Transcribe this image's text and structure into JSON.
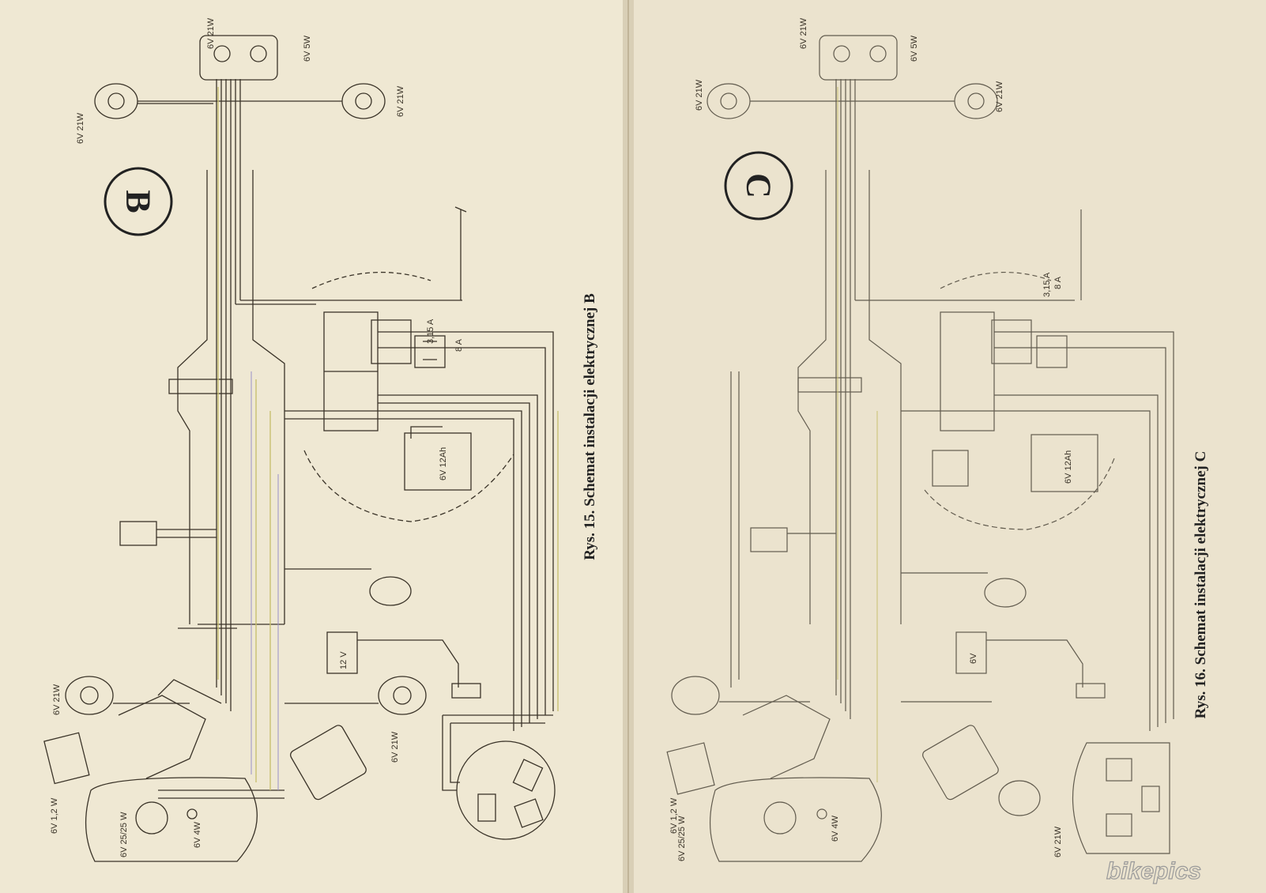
{
  "booklet": {
    "left_page": {
      "diagram_letter": "B",
      "caption": "Rys. 15. Schemat instalacji elektrycznej B",
      "labels": {
        "top_lamp_left": "6V 21W",
        "top_lamp_right": "6V 5W",
        "left_indicator": "6V 21W",
        "right_indicator": "6V 21W",
        "fuse_a": "3,15 A",
        "fuse_b": "8 A",
        "battery": "6V 12Ah",
        "coil": "12 V",
        "rear_left_indicator": "6V 21W",
        "rear_right_indicator": "6V 21W",
        "speedo_bulb": "6V 1,2 W",
        "headlamp_bulb": "6V 25/25 W",
        "parking_bulb": "6V 4W"
      }
    },
    "right_page": {
      "diagram_letter": "C",
      "caption": "Rys. 16. Schemat instalacji elektrycznej C",
      "labels": {
        "top_lamp_left": "6V 21W",
        "top_lamp_right": "6V 5W",
        "left_indicator": "6V 21W",
        "right_indicator": "6V 21W",
        "fuse_a": "3,15 A",
        "fuse_b": "8 A",
        "battery": "6V 12Ah",
        "coil": "6V",
        "rear_left_indicator": "6V 21W",
        "speedo_bulb": "6V 1,2 W",
        "headlamp_bulb": "6V 25/25 W",
        "parking_bulb": "6V 4W"
      }
    },
    "watermark": "bikepics"
  },
  "colors": {
    "paper": "#ece4cf",
    "ink": "#3a3328",
    "caption": "#222222",
    "accent_wire": "#c9c070"
  }
}
